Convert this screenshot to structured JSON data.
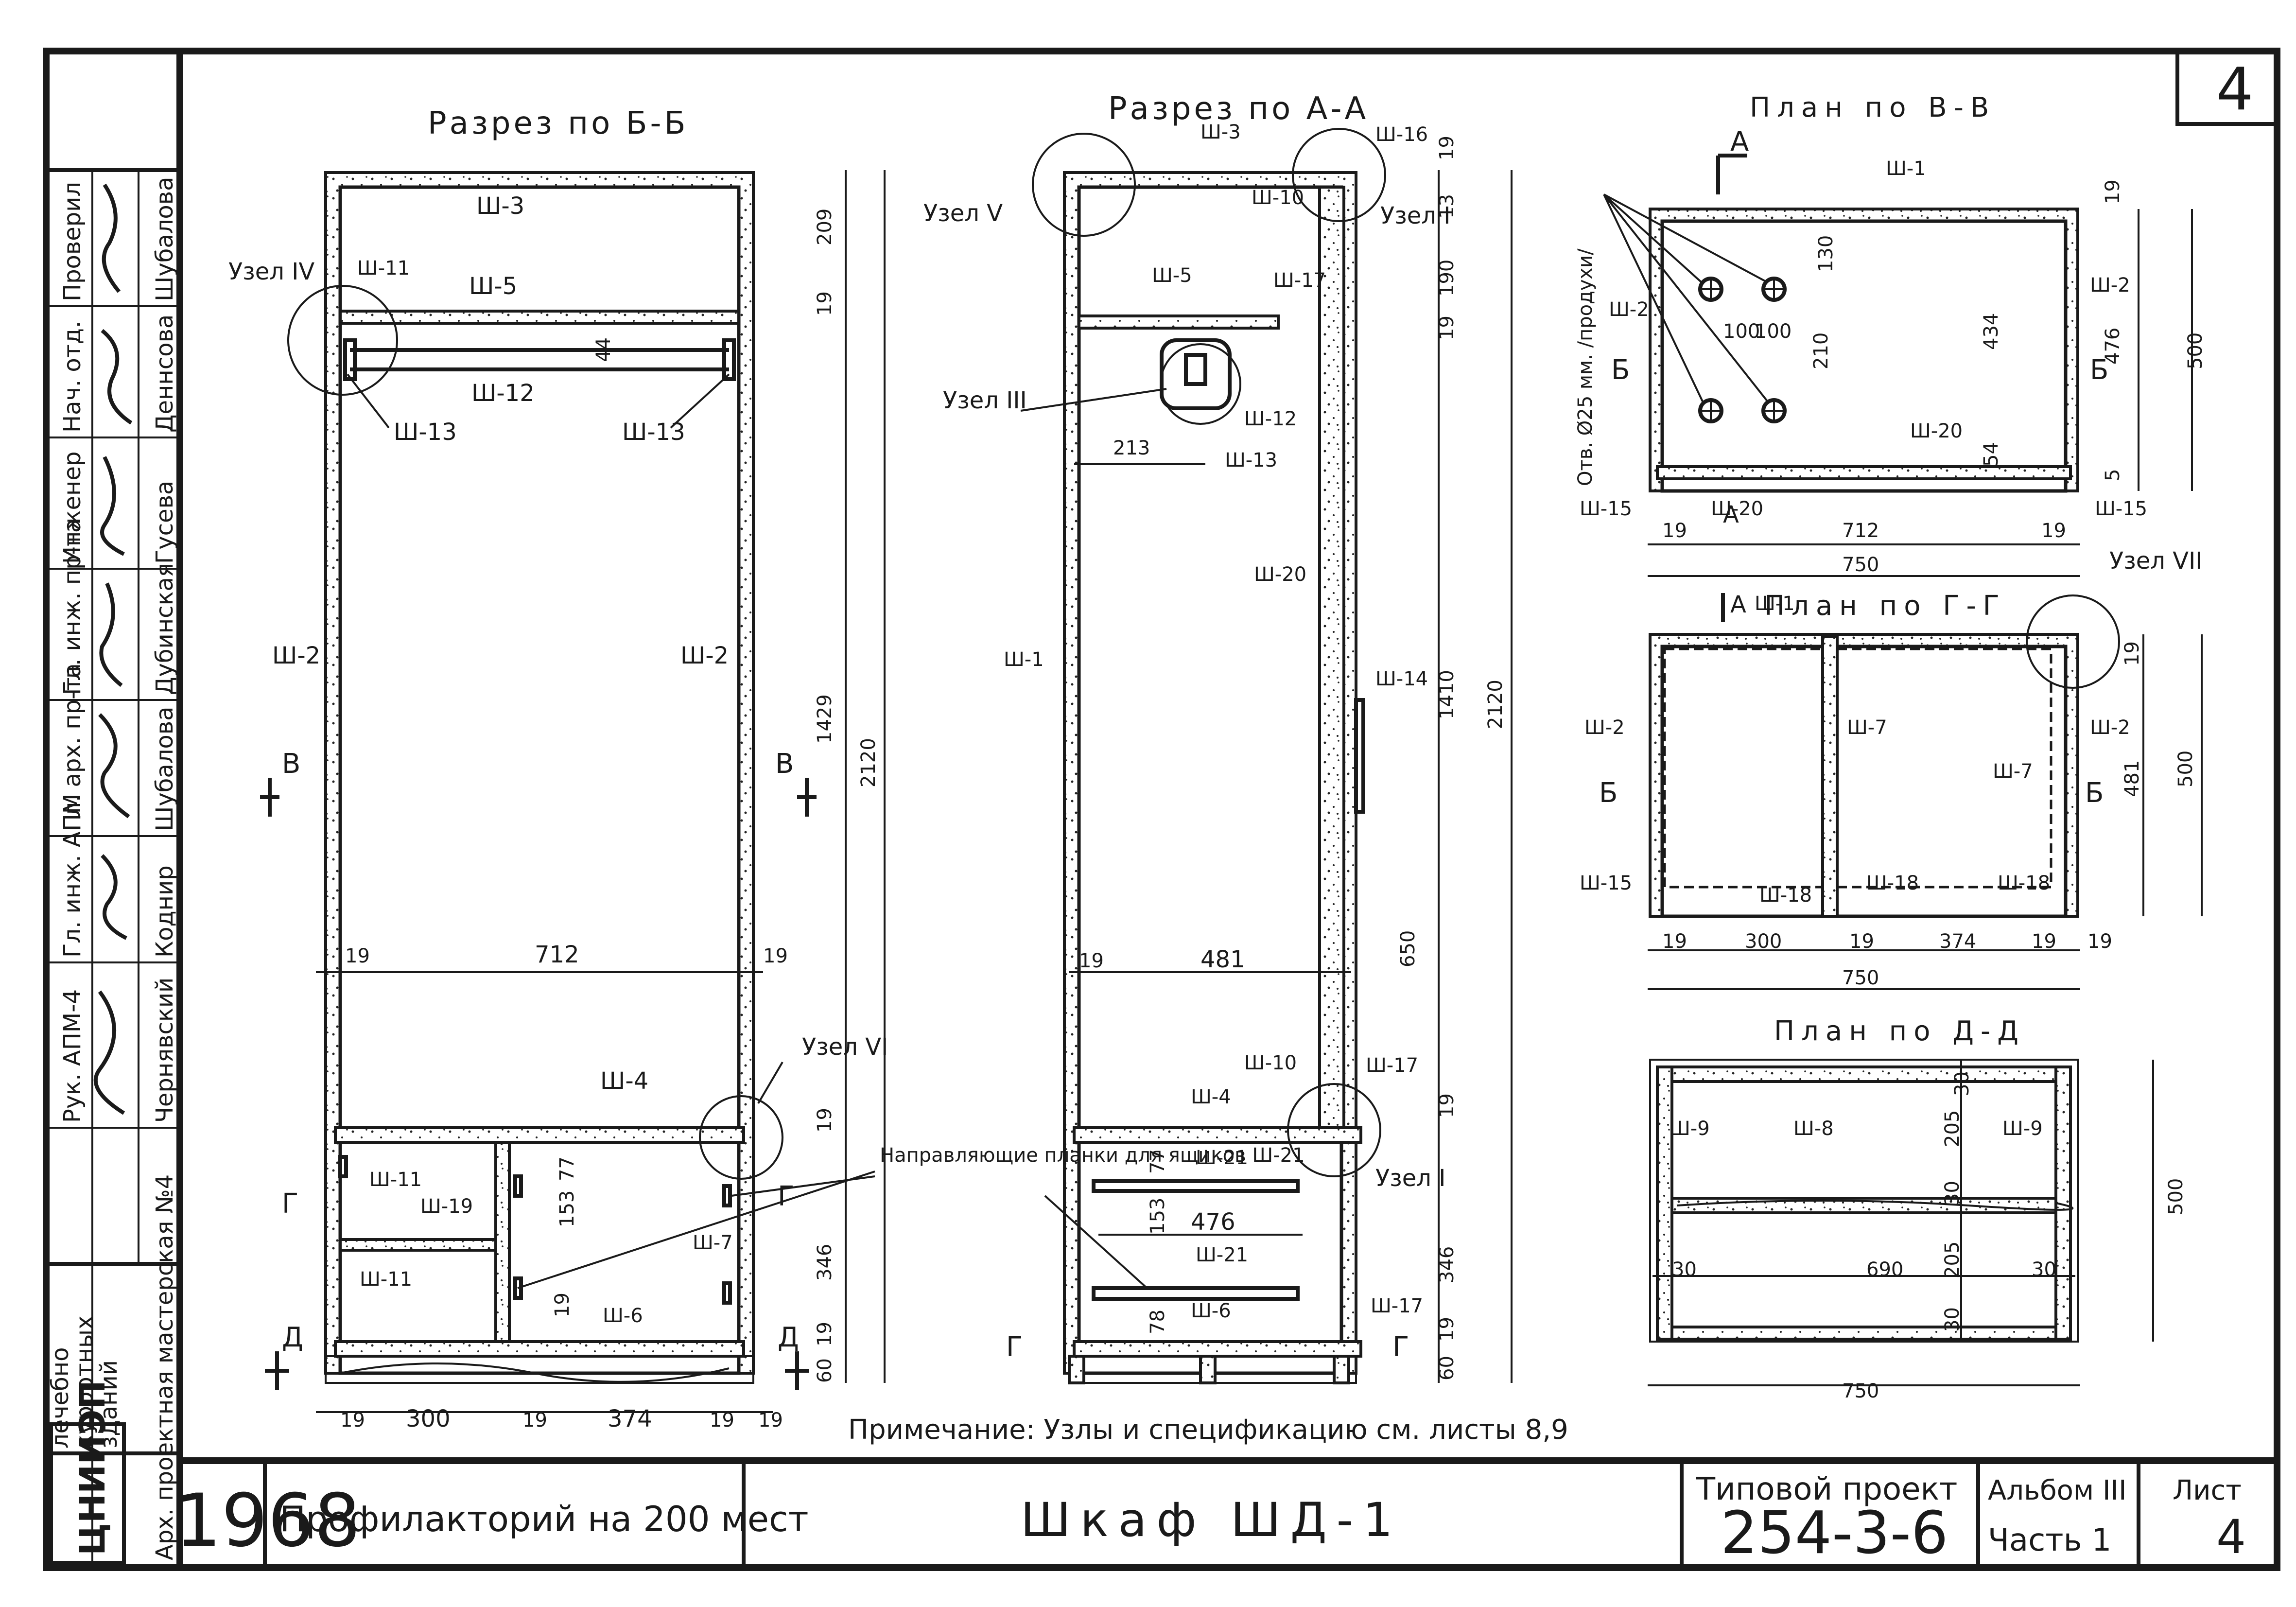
{
  "sheet_number": "4",
  "views": {
    "section_bb": "Разрез по Б-Б",
    "section_aa": "Разрез по А-А",
    "plan_vv": "План по В-В",
    "plan_gg": "План по Г-Г",
    "plan_dd": "План по Д-Д"
  },
  "parts": {
    "sh1": "Ш-1",
    "sh2": "Ш-2",
    "sh3": "Ш-3",
    "sh4": "Ш-4",
    "sh5": "Ш-5",
    "sh6": "Ш-6",
    "sh7": "Ш-7",
    "sh8": "Ш-8",
    "sh9": "Ш-9",
    "sh10": "Ш-10",
    "sh11": "Ш-11",
    "sh12": "Ш-12",
    "sh13": "Ш-13",
    "sh14": "Ш-14",
    "sh15": "Ш-15",
    "sh16": "Ш-16",
    "sh17": "Ш-17",
    "sh18": "Ш-18",
    "sh19": "Ш-19",
    "sh20": "Ш-20",
    "sh21": "Ш-21"
  },
  "nodes": {
    "n1": "Узел I",
    "n3": "Узел III",
    "n4": "Узел IV",
    "n5": "Узел V",
    "n6": "Узел VI",
    "n7": "Узел VII"
  },
  "dims": {
    "d19": "19",
    "d209": "209",
    "d1429": "1429",
    "d2120": "2120",
    "d346": "346",
    "d60": "60",
    "d300": "300",
    "d374": "374",
    "d712": "712",
    "d481": "481",
    "d190": "190",
    "d1410": "1410",
    "d650": "650",
    "d213": "213",
    "d476": "476",
    "d153": "153",
    "d78": "78",
    "d77": "77",
    "d130": "130",
    "d210": "210",
    "d434": "434",
    "d100": "100",
    "d500": "500",
    "d54": "54",
    "d5": "5",
    "d750": "750",
    "d205": "205",
    "d30": "30",
    "d690": "690",
    "d44": "44",
    "d13": "13",
    "d481b": "481"
  },
  "section_marks": {
    "A": "А",
    "B": "Б",
    "V": "В",
    "G": "Г",
    "D": "Д"
  },
  "annotations": {
    "holes": "Отв. Ø25 мм. /продухи/",
    "guides": "Направляющие планки для ящиков Ш-21",
    "note": "Примечание: Узлы и спецификацию см. листы 8,9"
  },
  "title_block": {
    "year": "1968",
    "project_name": "Профилакторий на 200 мест",
    "item_name": "Шкаф ШД-1",
    "typical_project_label": "Типовой проект",
    "typical_project_code": "254-3-6",
    "album_label": "Альбом III",
    "part_label": "Часть 1",
    "sheet_label": "Лист",
    "sheet_value": "4",
    "org_logo": "ЦНИИЭП",
    "org_line1": "лечебно",
    "org_line2": "курортных",
    "org_line3": "зданий",
    "org_line4": "Арх. проектная мастерская №4"
  },
  "signatures": [
    {
      "role": "Проверил",
      "name": "Шубалова"
    },
    {
      "role": "Нач. отд.",
      "name": "Деннсова"
    },
    {
      "role": "Инженер",
      "name": "Гусева"
    },
    {
      "role": "Гл. инж. пр-та",
      "name": "Дубинская"
    },
    {
      "role": "Гл. арх. пр-та",
      "name": "Шубалова"
    },
    {
      "role": "Гл. инж. АПМ",
      "name": "Коднир"
    },
    {
      "role": "Рук. АПМ-4",
      "name": "Чернявский"
    }
  ]
}
